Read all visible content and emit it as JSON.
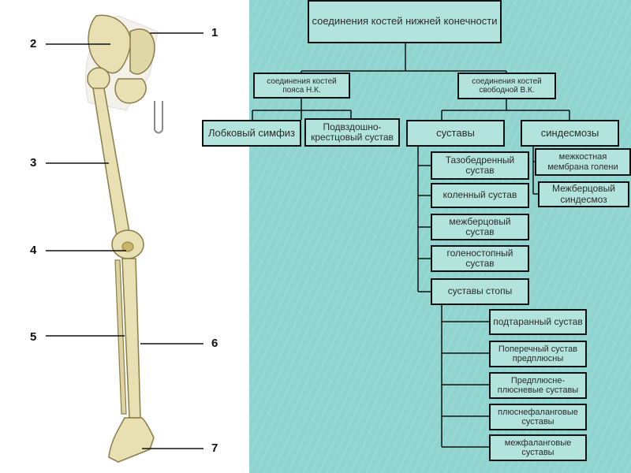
{
  "labels": {
    "l1": "1",
    "l2": "2",
    "l3": "3",
    "l4": "4",
    "l5": "5",
    "l6": "6",
    "l7": "7"
  },
  "diagram": {
    "root": "соединения костей нижней конечности",
    "girdle": "соединения костей пояса Н.К.",
    "free": "соединения костей свободной В.К.",
    "pubic_symphysis": "Лобковый симфиз",
    "sacroiliac": "Подвздошно-крестцовый сустав",
    "joints": "суставы",
    "syndesmoses": "синдесмозы",
    "hip": "Тазобедренный сустав",
    "knee": "коленный сустав",
    "tibiofibular_joint": "межберцовый сустав",
    "ankle": "голеностопный сустав",
    "foot_joints": "суставы стопы",
    "interosseous_membrane": "межкостная мембрана голени",
    "tibiofibular_syndesmosis": "Межберцовый синдесмоз",
    "subtalar": "подтаранный сустав",
    "transverse_tarsal": "Поперечный сустав предплюсны",
    "tarsometatarsal": "Предплюсне-плюсневые суставы",
    "metatarsophalangeal": "плюснефаланговые суставы",
    "interphalangeal": "межфаланговые суставы"
  },
  "colors": {
    "background": "#8fd4cf",
    "box_fill": "#b2e3dd",
    "box_border": "#111111",
    "bone": "#e8dfb2"
  }
}
